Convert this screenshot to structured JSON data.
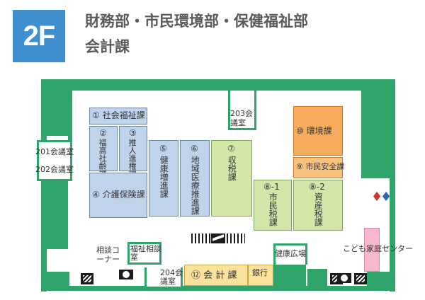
{
  "header": {
    "floor": "2F",
    "line1": "財務部・市民環境部・保健福祉部",
    "line2": "会計課"
  },
  "rooms": {
    "r1": "① 社会福祉課",
    "r2_num": "②",
    "r2": "福高社齢課",
    "r3_num": "③",
    "r3": "推人進権課",
    "r4": "④ 介護保険課",
    "r5_num": "⑤",
    "r5": "健康増進課",
    "r6_num": "⑥",
    "r6": "地域医療推進課",
    "r7_num": "⑦",
    "r7": "収税課",
    "r8_1_num": "⑧-1",
    "r8_1": "市民税課",
    "r8_2_num": "⑧-2",
    "r8_2": "資産税課",
    "r9": "⑨ 市民安全課",
    "r10": "⑩ 環境課",
    "r12": "⑫ 会 計 課",
    "bank": "銀行",
    "room201": "201会議室",
    "room202": "202会議室",
    "room203": "203会議室",
    "room204": "204会議室",
    "consult_corner": "相談コーナー",
    "welfare_consult": "福祉相談室",
    "health_plaza": "健康広場",
    "kids_center": "こども家庭センター"
  },
  "colors": {
    "wall": "#2fa56c",
    "office_blue": "#bfd4ea",
    "office_green": "#d3e8a8",
    "office_orange": "#f6ac5c",
    "kids_pink": "#f5b8cf"
  }
}
